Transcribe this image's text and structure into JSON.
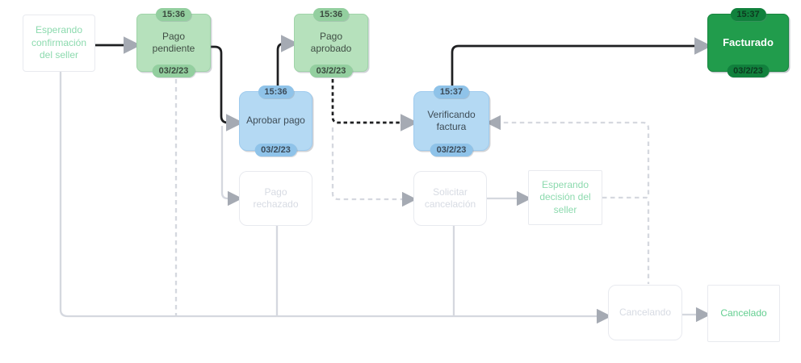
{
  "nodes": {
    "esperando_confirmacion": {
      "label": "Esperando confirmación del seller"
    },
    "pago_pendiente": {
      "label": "Pago pendiente",
      "time": "15:36",
      "date": "03/2/23"
    },
    "pago_aprobado": {
      "label": "Pago aprobado",
      "time": "15:36",
      "date": "03/2/23"
    },
    "facturado": {
      "label": "Facturado",
      "time": "15:37",
      "date": "03/2/23"
    },
    "aprobar_pago": {
      "label": "Aprobar pago",
      "time": "15:36",
      "date": "03/2/23"
    },
    "verificando_factura": {
      "label": "Verificando factura",
      "time": "15:37",
      "date": "03/2/23"
    },
    "pago_rechazado": {
      "label": "Pago rechazado"
    },
    "solicitar_cancelacion": {
      "label": "Solicitar cancelación"
    },
    "esperando_decision": {
      "label": "Esperando decisión del seller"
    },
    "cancelando": {
      "label": "Cancelando"
    },
    "cancelado": {
      "label": "Cancelado"
    }
  },
  "edges": [
    {
      "from": "esperando_confirmacion",
      "to": "pago_pendiente",
      "style": "solid-black"
    },
    {
      "from": "pago_pendiente",
      "to": "aprobar_pago",
      "style": "solid-black"
    },
    {
      "from": "aprobar_pago",
      "to": "pago_aprobado",
      "style": "solid-black"
    },
    {
      "from": "pago_aprobado",
      "to": "verificando_factura",
      "style": "dashed-black"
    },
    {
      "from": "verificando_factura",
      "to": "facturado",
      "style": "solid-black"
    },
    {
      "from": "pago_pendiente",
      "to": "pago_rechazado",
      "style": "solid-gray"
    },
    {
      "from": "pago_aprobado",
      "to": "solicitar_cancelacion",
      "style": "dashed-gray"
    },
    {
      "from": "solicitar_cancelacion",
      "to": "esperando_decision",
      "style": "solid-gray"
    },
    {
      "from": "esperando_decision",
      "to": "verificando_factura",
      "style": "dashed-gray"
    },
    {
      "from": "esperando_decision",
      "to": "cancelando",
      "style": "dashed-gray"
    },
    {
      "from": "esperando_confirmacion",
      "to": "cancelando",
      "style": "solid-gray"
    },
    {
      "from": "pago_pendiente",
      "to": "cancelando",
      "style": "dashed-gray"
    },
    {
      "from": "pago_rechazado",
      "to": "cancelando",
      "style": "solid-gray"
    },
    {
      "from": "solicitar_cancelacion",
      "to": "cancelando",
      "style": "solid-gray"
    },
    {
      "from": "cancelando",
      "to": "cancelado",
      "style": "solid-gray"
    }
  ],
  "colors": {
    "done_fill": "#b6e1bc",
    "done_badge": "#93cf9f",
    "active_fill": "#b4d9f3",
    "active_badge": "#8fc3e9",
    "final_fill": "#219c4c",
    "final_badge": "#11813d",
    "pending_text": "#8cdaae",
    "faded_text": "#d7dbe3",
    "edge_active": "#1e1f21",
    "edge_inactive": "#d5d8df",
    "arrowhead": "#a5aab3"
  }
}
